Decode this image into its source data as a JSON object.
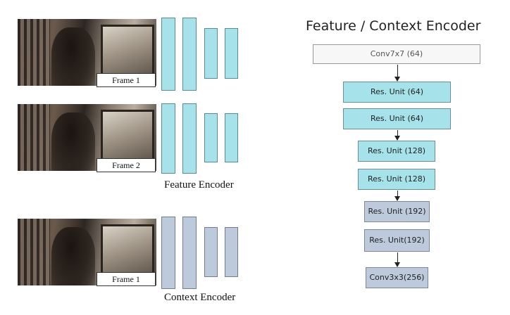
{
  "left_panel": {
    "frames": [
      {
        "label": "Frame 1"
      },
      {
        "label": "Frame 2"
      },
      {
        "label": "Frame 1"
      }
    ],
    "feature_encoder_caption": "Feature Encoder",
    "context_encoder_caption": "Context Encoder"
  },
  "right_panel": {
    "title": "Feature / Context Encoder",
    "nodes": [
      {
        "label": "Conv7x7 (64)",
        "style": "plain"
      },
      {
        "label": "Res. Unit (64)",
        "style": "cyan"
      },
      {
        "label": "Res. Unit (64)",
        "style": "cyan"
      },
      {
        "label": "Res. Unit (128)",
        "style": "cyan"
      },
      {
        "label": "Res. Unit (128)",
        "style": "cyan"
      },
      {
        "label": "Res. Unit (192)",
        "style": "slate"
      },
      {
        "label": "Res. Unit(192)",
        "style": "slate"
      },
      {
        "label": "Conv3x3(256)",
        "style": "slate"
      }
    ]
  },
  "colors": {
    "feature_fill": "#a6e2ea",
    "context_fill": "#bccadb",
    "input_fill": "#f7f7f7"
  }
}
